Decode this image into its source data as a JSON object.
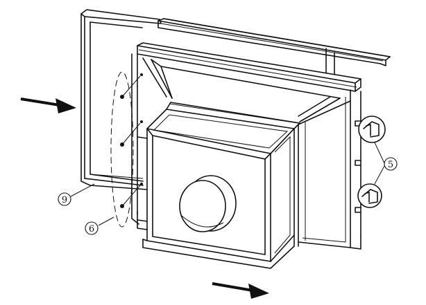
{
  "callouts": [
    {
      "id": "callout-5",
      "text": "5"
    },
    {
      "id": "callout-6",
      "text": "6"
    },
    {
      "id": "callout-9",
      "text": "9"
    }
  ],
  "arrows": [
    {
      "id": "arrow-left",
      "meaning": "insert-direction"
    },
    {
      "id": "arrow-bottom",
      "meaning": "insert-direction"
    }
  ],
  "colors": {
    "line": "#111111",
    "shade": "#cfcfcf",
    "background": "#ffffff"
  }
}
